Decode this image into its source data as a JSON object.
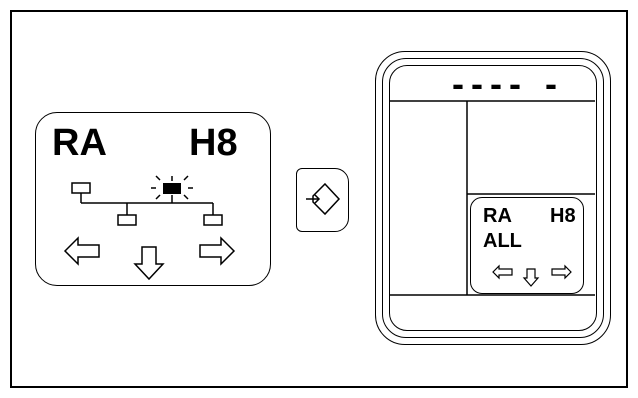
{
  "left_panel": {
    "code_left": "RA",
    "code_right": "H8",
    "icons": [
      "network-topology-icon",
      "arrow-left-icon",
      "arrow-down-icon",
      "arrow-right-icon"
    ]
  },
  "middle_button": {
    "icon": "enter-key-icon"
  },
  "right_device": {
    "display_text": "---- -",
    "screen": {
      "code_left": "RA",
      "code_right": "H8",
      "mode": "ALL",
      "icons": [
        "arrow-left-icon",
        "arrow-down-icon",
        "arrow-right-icon"
      ]
    }
  }
}
